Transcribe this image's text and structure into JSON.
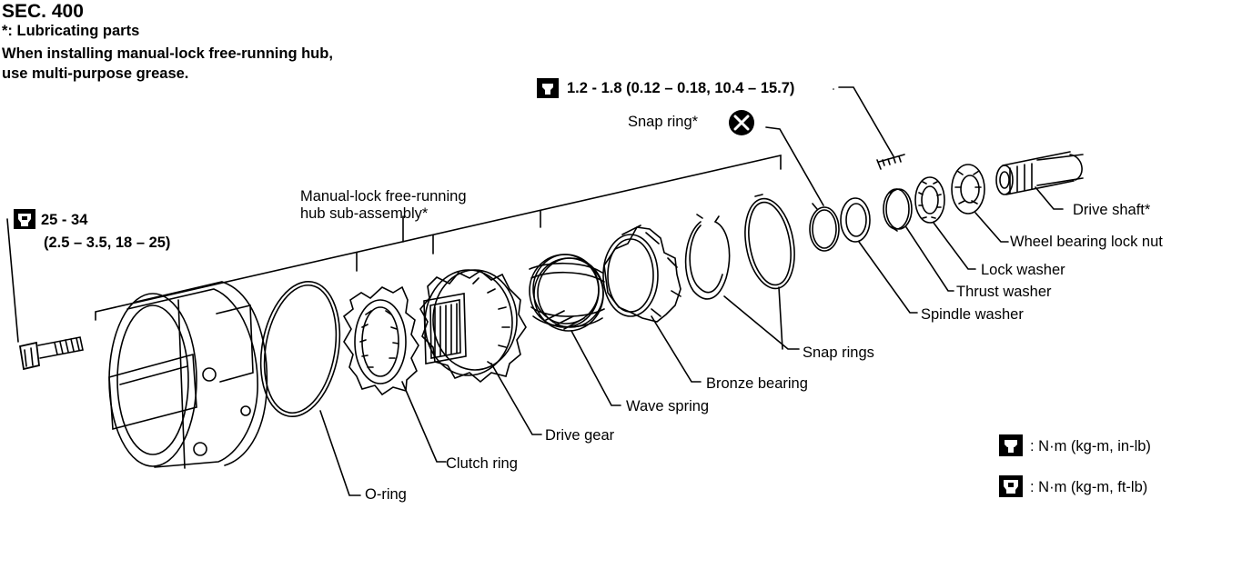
{
  "header": {
    "section": "SEC. 400",
    "note_line1": "*: Lubricating parts",
    "note_line2": "When installing manual-lock free-running hub,",
    "note_line3": "use multi-purpose grease."
  },
  "torque": {
    "top_value": "1.2 - 1.8 (0.12 – 0.18, 10.4 – 15.7)",
    "left_value_line1": "25 - 34",
    "left_value_line2": "(2.5 – 3.5, 18 – 25)"
  },
  "labels": {
    "snap_ring_top": "Snap ring*",
    "assembly_line1": "Manual-lock free-running",
    "assembly_line2": "hub sub-assembly*",
    "drive_shaft": "Drive shaft*",
    "wheel_bearing_lock_nut": "Wheel bearing lock nut",
    "lock_washer": "Lock washer",
    "thrust_washer": "Thrust washer",
    "spindle_washer": "Spindle washer",
    "snap_rings": "Snap rings",
    "bronze_bearing": "Bronze bearing",
    "wave_spring": "Wave spring",
    "drive_gear": "Drive gear",
    "clutch_ring": "Clutch ring",
    "o_ring": "O-ring"
  },
  "legend": {
    "nm_in_lb": ": N·m (kg-m, in-lb)",
    "nm_ft_lb": ": N·m (kg-m, ft-lb)"
  },
  "icons": {
    "torque_in_lb": "torque-wrench-filled-icon",
    "torque_ft_lb": "torque-wrench-outline-icon",
    "do_not_reuse": "do-not-reuse-icon"
  },
  "colors": {
    "ink": "#000000",
    "paper": "#ffffff"
  }
}
